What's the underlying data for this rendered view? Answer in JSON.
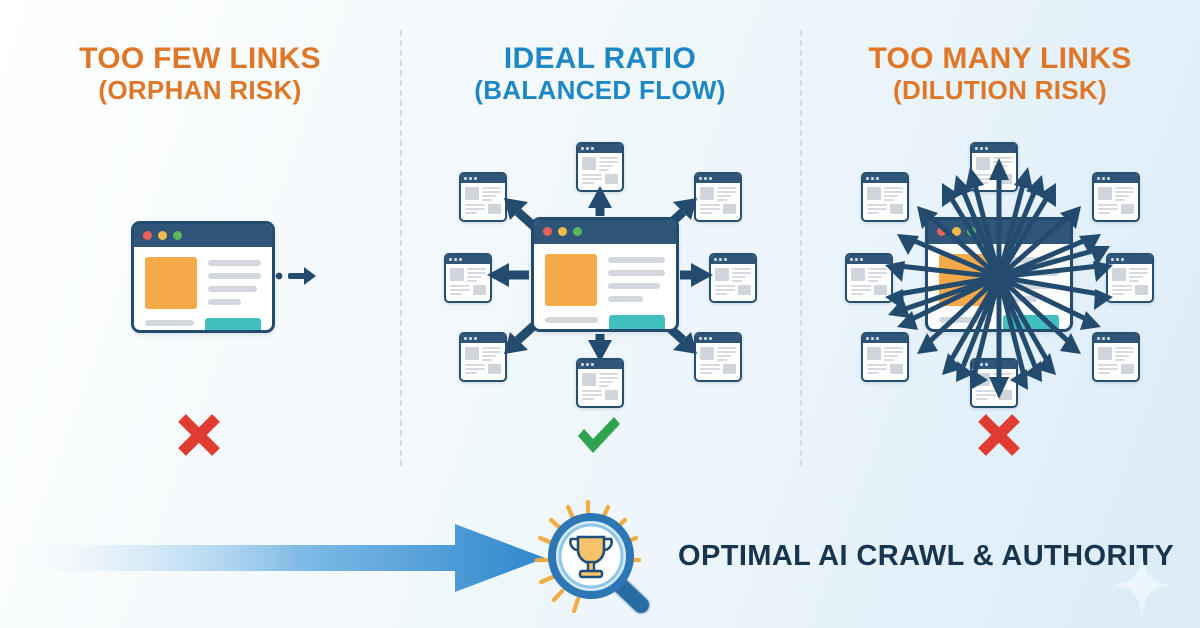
{
  "meta": {
    "figure_title": "Internal Linking Ratio Comparison Infographic",
    "background_gradient": [
      "#ffffff",
      "#dbecf8"
    ]
  },
  "colors": {
    "orange_heading": "#e07728",
    "blue_heading": "#1e87c6",
    "navy": "#234b6e",
    "window_bar": "#2f5578",
    "accent_orange": "#f5a949",
    "accent_teal": "#41c0c0",
    "red_x": "#e03c31",
    "green_check": "#2fa24f",
    "arrow_blue": "#3a8fd0",
    "summary_text": "#17354f"
  },
  "columns": [
    {
      "id": "too-few-links",
      "title_line1": "TOO FEW LINKS",
      "title_line2": "(ORPHAN RISK)",
      "title_color": "#e07728",
      "status": "invalid",
      "status_icon": "red-x-icon",
      "satellite_pages": 0,
      "outgoing_links": 1,
      "link_description": "single dotted stub arrow leaving the page"
    },
    {
      "id": "ideal-ratio",
      "title_line1": "IDEAL RATIO",
      "title_line2": "(BALANCED FLOW)",
      "title_color": "#1e87c6",
      "status": "valid",
      "status_icon": "green-check-icon",
      "satellite_pages": 8,
      "outgoing_links": 8,
      "link_description": "eight evenly spaced arrows radiating to eight linked pages"
    },
    {
      "id": "too-many-links",
      "title_line1": "TOO MANY LINKS",
      "title_line2": "(DILUTION RISK)",
      "title_color": "#e07728",
      "status": "invalid",
      "status_icon": "red-x-icon",
      "satellite_pages": 8,
      "outgoing_links": 28,
      "link_description": "dense overlapping arrows crowding outward and obscuring the page"
    }
  ],
  "window_mockup": {
    "traffic_lights": [
      "red",
      "yellow",
      "green"
    ],
    "hero_block_color": "#f5a949",
    "secondary_block_color": "#41c0c0",
    "text_line_color": "#d3d8de"
  },
  "summary": {
    "arrow_icon": "right-arrow-icon",
    "badge_icon": "magnifier-trophy-icon",
    "badge_description": "magnifying glass containing a gold trophy with radiating sunburst dashes",
    "label": "OPTIMAL AI CRAWL & AUTHORITY"
  },
  "dividers": {
    "count": 2,
    "style": "vertical dashed"
  },
  "watermark": {
    "icon": "sparkle-icon",
    "position": "bottom-right"
  }
}
